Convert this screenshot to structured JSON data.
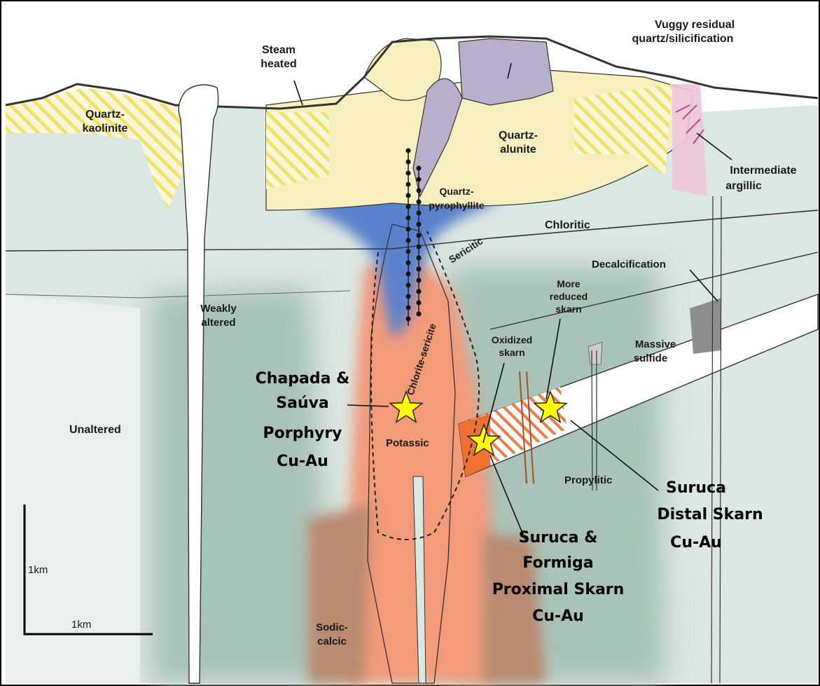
{
  "labels": {
    "vuggy": [
      "Vuggy residual",
      "quartz/silicification"
    ],
    "steam": [
      "Steam",
      "heated"
    ],
    "quartz_kaolinite": [
      "Quartz-",
      "kaolinite"
    ],
    "quartz_alunite": [
      "Quartz-",
      "alunite"
    ],
    "intermediate_argillic": [
      "Intermediate",
      "argillic"
    ],
    "quartz_pyrophyllite": [
      "Quartz-",
      "pyrophyllite"
    ],
    "chloritic": "Chloritic",
    "sericitic": "Sericitic",
    "decalcification": "Decalcification",
    "more_reduced_skarn": [
      "More",
      "reduced",
      "skarn"
    ],
    "weakly_altered": [
      "Weakly",
      "altered"
    ],
    "oxidized_skarn": [
      "Oxidized",
      "skarn"
    ],
    "massive_sulfide": [
      "Massive",
      "sulfide"
    ],
    "chlorite_sericite": "Chlorite-sericite",
    "unaltered": "Unaltered",
    "potassic": "Potassic",
    "propylitic": "Propylitic",
    "sodic_calcic": [
      "Sodic-",
      "calcic"
    ],
    "scale_vertical": "1km",
    "scale_horizontal": "1km"
  },
  "annotations": {
    "chapada": [
      "Chapada &",
      "Saúva",
      "Porphyry",
      "Cu-Au"
    ],
    "suruca_formiga": [
      "Suruca &",
      "Formiga",
      "Proximal Skarn",
      "Cu-Au"
    ],
    "suruca_distal": [
      "Suruca",
      "Distal Skarn",
      "Cu-Au"
    ]
  },
  "colors": {
    "propylitic": "#a9c3b8",
    "chloritic_pale": "#d9e6e0",
    "potassic": "#f29a7a",
    "sodic_calcic": "#b98a70",
    "quartz_alunite": "#f7efbe",
    "vuggy": "#b9aecb",
    "pyrophyllite": "#4f79c6",
    "star": "#ffff00"
  }
}
